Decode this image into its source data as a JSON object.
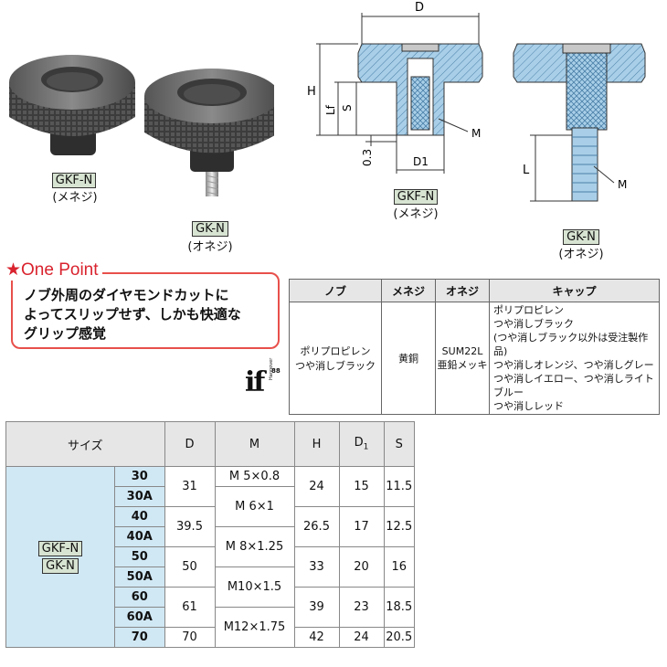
{
  "photos": {
    "gkf_label": "GKF-N",
    "gkf_sub": "(メネジ)",
    "gk_label": "GK-N",
    "gk_sub": "(オネジ)"
  },
  "drawings": {
    "left_label": "GKF-N",
    "left_sub": "(メネジ)",
    "right_label": "GK-N",
    "right_sub": "(オネジ)",
    "dims": {
      "D": "D",
      "H": "H",
      "Lf": "Lf",
      "S": "S",
      "M": "M",
      "D1": "D1",
      "gap": "0.3",
      "L": "L",
      "M2": "M"
    }
  },
  "one_point": {
    "title": "★One Point",
    "lines": [
      "ノブ外周のダイヤモンドカットに",
      "よってスリップせず、しかも快適な",
      "グリップ感覚"
    ]
  },
  "logo": {
    "mark": "if",
    "num": "88",
    "text": "Hannover"
  },
  "materials": {
    "headers": [
      "ノブ",
      "メネジ",
      "オネジ",
      "キャップ"
    ],
    "knob": [
      "ポリプロピレン",
      "つや消しブラック"
    ],
    "female": "黄銅",
    "male": [
      "SUM22L",
      "亜鉛メッキ"
    ],
    "cap": [
      "ポリプロピレン",
      "つや消しブラック",
      "(つや消しブラック以外は受注製作品)",
      "つや消しオレンジ、つや消しグレー",
      "つや消しイエロー、つや消しライトブルー",
      "つや消しレッド"
    ]
  },
  "spec": {
    "headers": {
      "size": "サイズ",
      "D": "D",
      "M": "M",
      "H": "H",
      "D1": "D",
      "D1_sub": "1",
      "S": "S"
    },
    "series": [
      "GKF-N",
      "GK-N"
    ],
    "sizes": [
      "30",
      "30A",
      "40",
      "40A",
      "50",
      "50A",
      "60",
      "60A",
      "70"
    ],
    "D": [
      "31",
      "39.5",
      "50",
      "61",
      "70"
    ],
    "M": [
      "M  5×0.8",
      "M  6×1",
      "M  8×1.25",
      "M10×1.5",
      "M12×1.75"
    ],
    "H": [
      "24",
      "26.5",
      "33",
      "39",
      "42"
    ],
    "D1": [
      "15",
      "17",
      "20",
      "23",
      "24"
    ],
    "S": [
      "11.5",
      "12.5",
      "16",
      "18.5",
      "20.5"
    ]
  }
}
